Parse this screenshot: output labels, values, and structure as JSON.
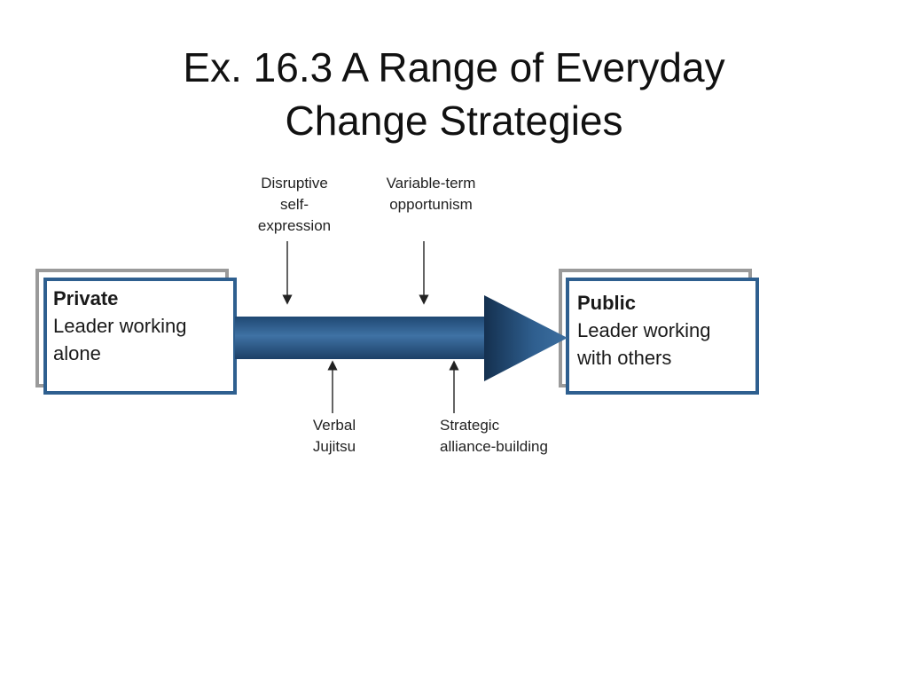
{
  "title": {
    "line1": "Ex. 16.3 A Range of Everyday",
    "line2": "Change Strategies"
  },
  "private_box": {
    "heading": "Private",
    "line1": "Leader working",
    "line2": "alone"
  },
  "public_box": {
    "heading": "Public",
    "line1": "Leader working",
    "line2": "with others"
  },
  "strategies_top": [
    {
      "line1": "Disruptive",
      "line2": "self-",
      "line3": "expression"
    },
    {
      "line1": "Variable-term",
      "line2": "opportunism"
    }
  ],
  "strategies_bottom": [
    {
      "line1": "Verbal",
      "line2": "Jujitsu"
    },
    {
      "line1": "Strategic",
      "line2": "alliance-building"
    }
  ],
  "colors": {
    "arrow_light": "#3d6fa0",
    "arrow_dark": "#1a3a5c",
    "frame_gray": "#9a9a9a",
    "frame_blue": "#2e5f8f"
  }
}
